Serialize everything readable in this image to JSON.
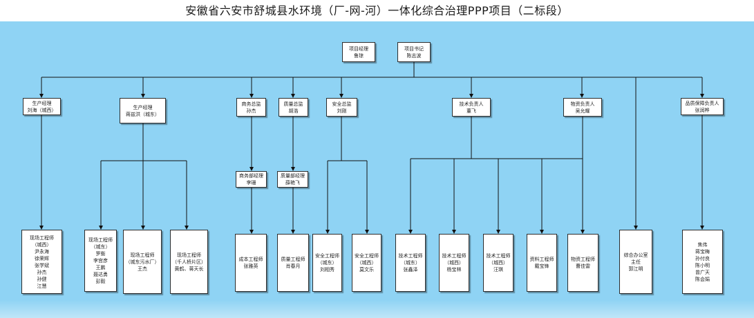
{
  "title": "安徽省六安市舒城县水环境（厂-网-河）一体化综合治理PPP项目（二标段）",
  "colors": {
    "canvas": "#8fd3f4",
    "line": "#111111",
    "box": "#ffffff"
  },
  "top": {
    "manager": [
      "项目经理",
      "鲁琼"
    ],
    "secretary": [
      "项目书记",
      "陈志波"
    ]
  },
  "level1": [
    [
      "生产经理",
      "刘海（城西）"
    ],
    [
      "生产经理",
      "蒋兹洪（城东）"
    ],
    [
      "商务总监",
      "孙杰"
    ],
    [
      "质量总监",
      "胡浩"
    ],
    [
      "安全总监",
      "刘刚"
    ],
    [
      "技术负责人",
      "董飞"
    ],
    [
      "物资负责人",
      "吴允耀"
    ],
    [
      "品质保障负责人",
      "张润桦"
    ]
  ],
  "level2": [
    [
      "商务部经理",
      "李珊"
    ],
    [
      "质量部经理",
      "薛艳飞"
    ]
  ],
  "bottom": [
    [
      "现场工程师",
      "（城西）",
      "尹永海",
      "徐荣辉",
      "张学斌",
      "孙杰",
      "孙健",
      "江慧"
    ],
    [
      "现场工程师",
      "（城东）",
      "罗衡",
      "李宫彦",
      "王鹏",
      "聂达勇",
      "彭毅"
    ],
    [
      "现场工程师",
      "（城东污水厂）",
      "王杰"
    ],
    [
      "现场工程师",
      "（千人桥片区）",
      "黄鹤、蒋天长"
    ],
    [
      "成本工程师",
      "张雅英"
    ],
    [
      "质量工程师",
      "肖春月"
    ],
    [
      "安全工程师",
      "（城东）",
      "刘相秀"
    ],
    [
      "安全工程师",
      "（城西）",
      "莫文乐"
    ],
    [
      "技术工程师",
      "（城东）",
      "张鑫泽"
    ],
    [
      "技术工程师",
      "（城西）",
      "杨宝林"
    ],
    [
      "技术工程师",
      "（城西）",
      "汪琪"
    ],
    [
      "资料工程师",
      "戴宝锋"
    ],
    [
      "物资工程师",
      "曹佳雷"
    ],
    [
      "综合办公室",
      "主任",
      "郭江明"
    ],
    [
      "焦伟",
      "蒋宝梅",
      "孙付良",
      "陈小明",
      "曾广天",
      "陈会娟"
    ]
  ]
}
